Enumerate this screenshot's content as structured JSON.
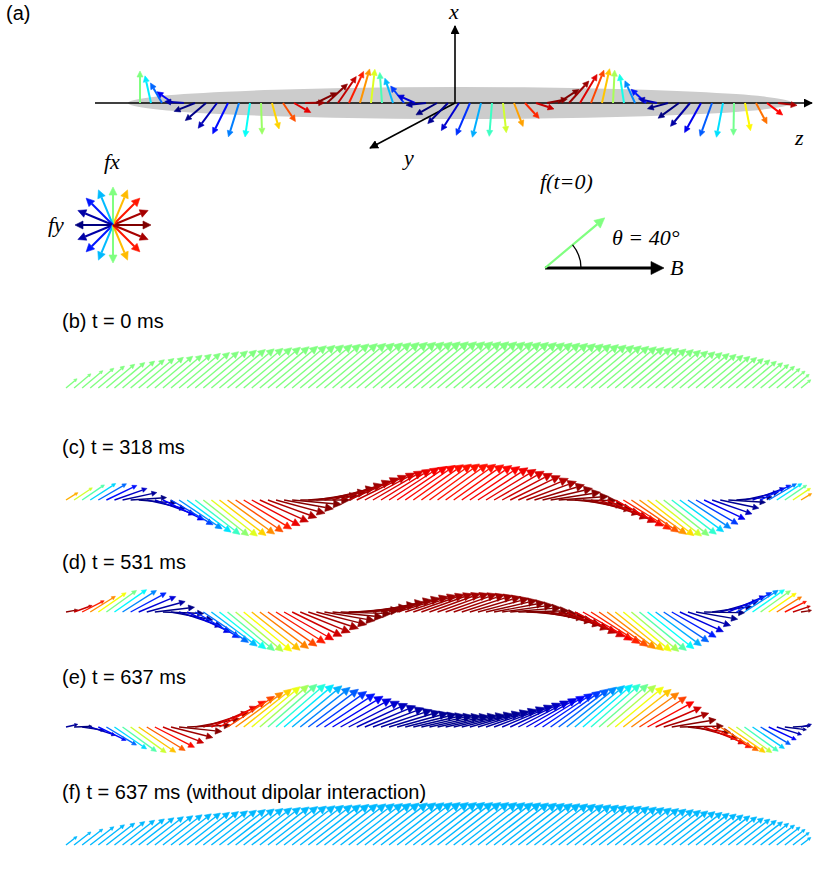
{
  "diagram": {
    "labels": [
      "(a)",
      "x",
      "y",
      "z",
      "fx",
      "fy",
      "f(t=0)",
      "θ = 40°",
      "B",
      "(b) t = 0 ms",
      "(c) t = 318 ms",
      "(d) t = 531 ms",
      "(e) t = 637 ms",
      "(f) t = 637 ms (without dipolar interaction)"
    ]
  }
}
